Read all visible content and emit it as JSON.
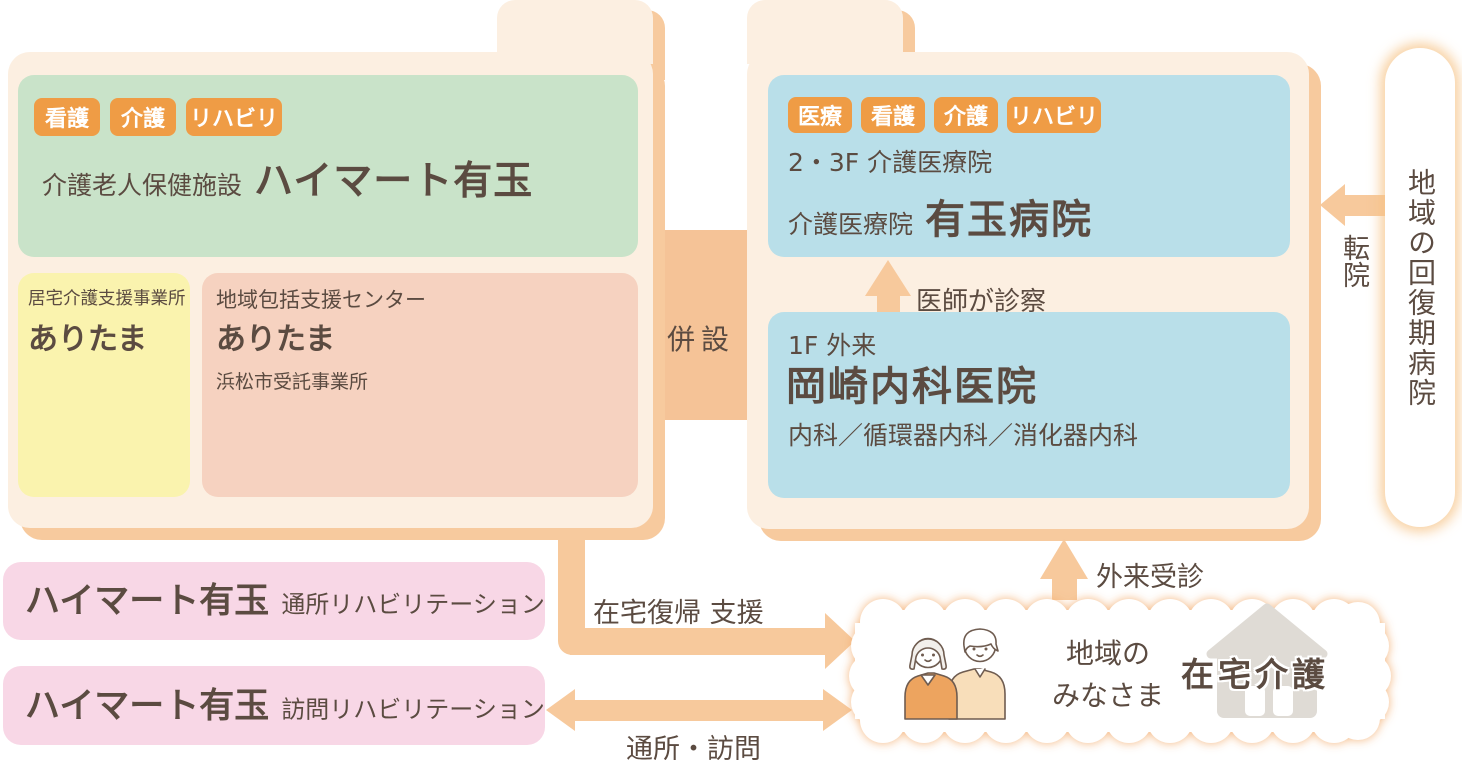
{
  "colors": {
    "cream": "#fcefe1",
    "folder_shadow": "#f7ca9e",
    "arrow": "#f7c99c",
    "green_box": "#c9e3c9",
    "yellow_box": "#faf3ae",
    "salmon_box": "#f6d2c0",
    "blue_box": "#b9dfe9",
    "pink_box": "#f8d7e6",
    "badge": "#ef9c45",
    "text": "#5b4b41",
    "house": "#dfdbd5"
  },
  "left_facility": {
    "tags": [
      "看護",
      "介護",
      "リハビリ"
    ],
    "type_label": "介護老人保健施設",
    "name": "ハイマート有玉",
    "home_care_office": {
      "type_label": "居宅介護支援事業所",
      "name": "ありたま"
    },
    "support_center": {
      "type_label": "地域包括支援センター",
      "name": "ありたま",
      "note": "浜松市受託事業所"
    }
  },
  "annex_label": "併設",
  "right_facility": {
    "tags": [
      "医療",
      "看護",
      "介護",
      "リハビリ"
    ],
    "upper": {
      "floor_label": "2・3F 介護医療院",
      "type_label": "介護医療院",
      "name": "有玉病院"
    },
    "doctor_arrow_label": "医師が診察",
    "lower": {
      "floor_label": "1F 外来",
      "name": "岡崎内科医院",
      "departments": "内科／循環器内科／消化器内科"
    }
  },
  "transfer_label": "転院",
  "regional_hospital_label": "地域の回復期病院",
  "day_rehab": {
    "name": "ハイマート有玉",
    "service": "通所リハビリテーション"
  },
  "visit_rehab": {
    "name": "ハイマート有玉",
    "service": "訪問リハビリテーション"
  },
  "arrow_labels": {
    "home_return": "在宅復帰 支援",
    "commute_visit": "通所・訪問",
    "outpatient": "外来受診"
  },
  "community": {
    "line1": "地域の",
    "line2": "みなさま",
    "home_care_label": "在宅介護"
  }
}
